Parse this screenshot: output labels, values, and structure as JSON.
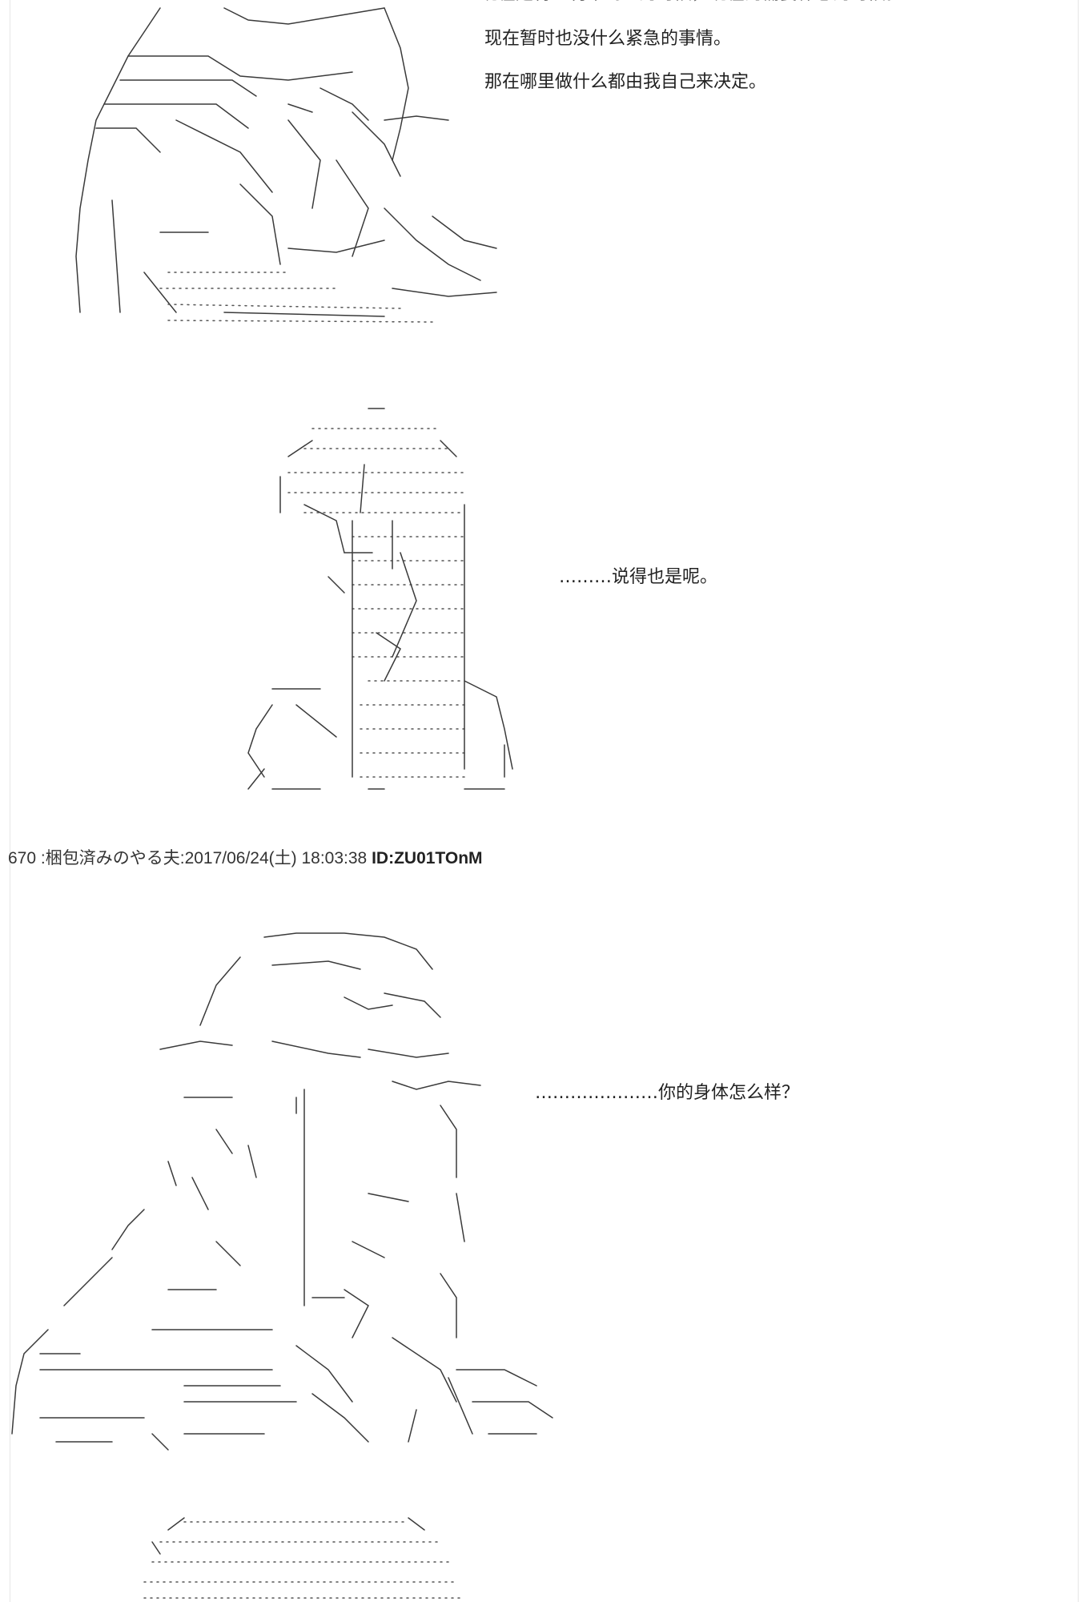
{
  "post": {
    "number": "670",
    "separator": " :",
    "name": "梱包済みのやる夫",
    "date_prefix": ":",
    "date": "2017/06/24(土) 18:03:38",
    "id": "ID:ZU01TOnM"
  },
  "dialogue": {
    "top_cut": "现在是特盖利布到里的时候，现在的需要休息的时候。",
    "line1": "现在暂时也没什么紧急的事情。",
    "line2": "那在哪里做什么都由我自己来决定。",
    "line3": "………说得也是呢。",
    "line4": "…………………你的身体怎么样？"
  },
  "colors": {
    "background": "#ffffff",
    "text": "#222222",
    "art_stroke": "#3a3a3a",
    "art_dots": "#555555",
    "edge": "#e6e6e6"
  }
}
